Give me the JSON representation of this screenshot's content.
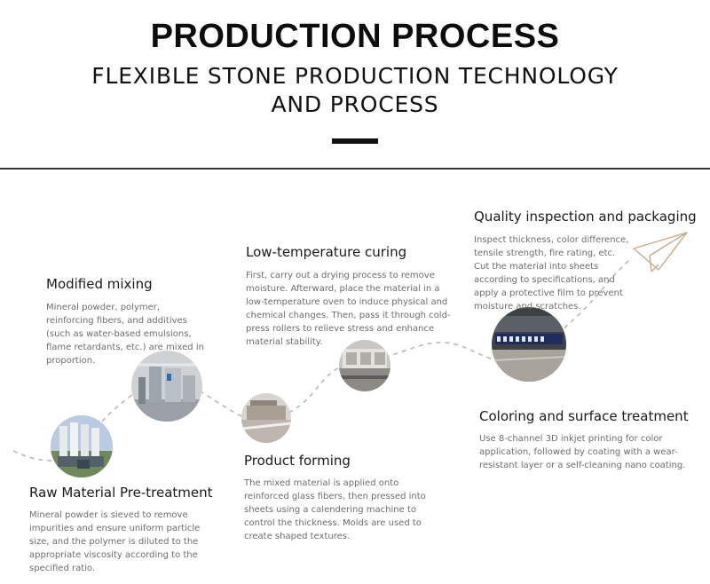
{
  "header": {
    "title": "PRODUCTION PROCESS",
    "subtitle": "FLEXIBLE STONE PRODUCTION TECHNOLOGY AND PROCESS"
  },
  "steps": [
    {
      "title": "Raw Material Pre-treatment",
      "description": "Mineral powder is sieved to remove impurities and ensure uniform particle size, and the polymer is diluted to the appropriate viscosity according to the specified ratio."
    },
    {
      "title": "Modified mixing",
      "description": "Mineral powder, polymer, reinforcing fibers, and additives (such as water-based emulsions, flame retardants, etc.) are mixed in proportion."
    },
    {
      "title": "Product forming",
      "description": "The mixed material is applied onto reinforced glass fibers, then pressed into sheets using a calendering machine to control the thickness. Molds are used to create shaped textures."
    },
    {
      "title": "Low-temperature curing",
      "description": "First, carry out a drying process to remove moisture. Afterward, place the material in a low-temperature oven to induce physical and chemical changes. Then, pass it through cold-press rollers to relieve stress and enhance material stability."
    },
    {
      "title": "Coloring and surface treatment",
      "description": "Use 8-channel 3D inkjet printing for color application, followed by coating with a wear-resistant layer or a self-cleaning nano coating."
    },
    {
      "title": "Quality inspection and packaging",
      "description": "Inspect thickness, color difference, tensile strength, fire rating, etc. Cut the material into sheets according to specifications, and apply a protective film to prevent moisture and scratches."
    }
  ],
  "icons": {
    "paper_plane": "paper-plane-icon"
  },
  "colors": {
    "path_dash": "#b5b5b5",
    "plane": "#c9a98a",
    "title_text": "#0d0d0d",
    "desc_text": "#6d6d6d"
  }
}
